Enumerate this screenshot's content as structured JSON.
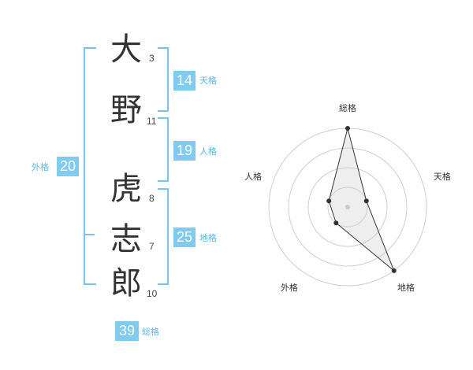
{
  "name": {
    "chars": [
      {
        "char": "大",
        "strokes": "3"
      },
      {
        "char": "野",
        "strokes": "11"
      },
      {
        "char": "虎",
        "strokes": "8"
      },
      {
        "char": "志",
        "strokes": "7"
      },
      {
        "char": "郎",
        "strokes": "10"
      }
    ]
  },
  "kaku": {
    "tenkaku": {
      "value": "14",
      "label": "天格"
    },
    "jinkaku": {
      "value": "19",
      "label": "人格"
    },
    "chikaku": {
      "value": "25",
      "label": "地格"
    },
    "gaikaku": {
      "value": "20",
      "label": "外格"
    },
    "soukaku": {
      "value": "39",
      "label": "総格"
    }
  },
  "colors": {
    "accent": "#7fcbf2",
    "bracket": "#79c3ef",
    "label": "#5cb8ea"
  },
  "chart_data": {
    "type": "radar",
    "axes": [
      "総格",
      "天格",
      "地格",
      "外格",
      "人格"
    ],
    "values": [
      4,
      1,
      4,
      1,
      1
    ],
    "max": 4,
    "rings": 4
  }
}
